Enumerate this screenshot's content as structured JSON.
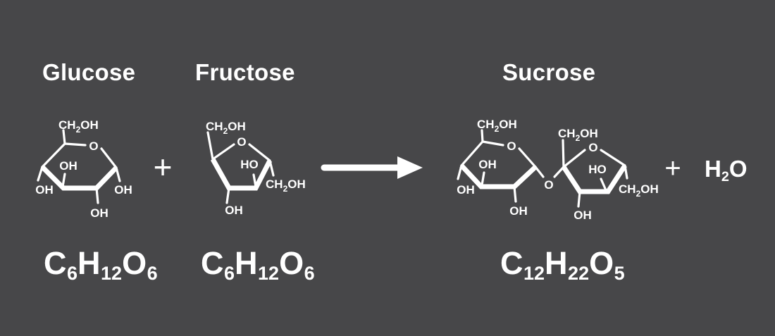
{
  "colors": {
    "background": "#474749",
    "ink": "#ffffff"
  },
  "titles": {
    "glucose": "Glucose",
    "fructose": "Fructose",
    "sucrose": "Sucrose"
  },
  "operators": {
    "plus_left": "+",
    "plus_right": "+"
  },
  "labels": {
    "ch2oh_pre": "CH",
    "ch2oh_sub": "2",
    "ch2oh_post": "OH",
    "oh": "OH",
    "ho": "HO",
    "ring_oxygen": "O",
    "bridge_oxygen": "O"
  },
  "formulas": {
    "glucose": {
      "p1": "C",
      "s1": "6",
      "p2": "H",
      "s2": "12",
      "p3": "O",
      "s3": "6"
    },
    "fructose": {
      "p1": "C",
      "s1": "6",
      "p2": "H",
      "s2": "12",
      "p3": "O",
      "s3": "6"
    },
    "sucrose": {
      "p1": "C",
      "s1": "12",
      "p2": "H",
      "s2": "22",
      "p3": "O",
      "s3": "5"
    },
    "water": {
      "p1": "H",
      "s1": "2",
      "p2": "O"
    }
  },
  "icons": {
    "reaction_arrow": "right-arrow"
  }
}
